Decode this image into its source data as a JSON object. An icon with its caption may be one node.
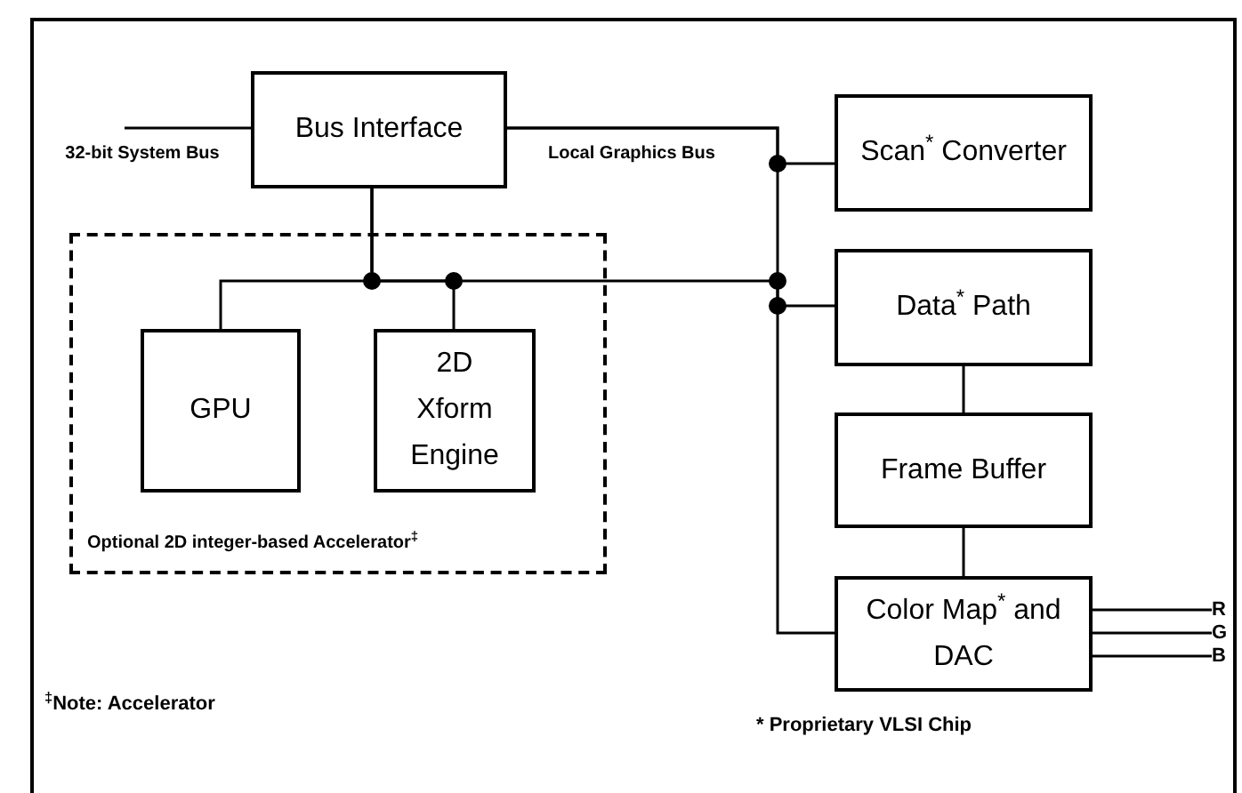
{
  "diagram": {
    "nodes": [
      {
        "text": [
          "Bus Interface"
        ]
      },
      {
        "text": [
          "Optional 2D integer-based Accelerator$^{‡}$"
        ]
      },
      {
        "text": [
          "GPU"
        ],
        "in": 1
      },
      {
        "text": [
          "2D Xform Engine"
        ],
        "in": 1
      },
      {
        "text": [
          "Scan$^{*}$ Converter"
        ]
      },
      {
        "text": [
          "Data$^{*}$ Path"
        ]
      },
      {
        "text": [
          "Frame Buffer"
        ]
      },
      {
        "text": [
          "Color Map$^{*}$ and DAC"
        ]
      },
      {
        "text": [
          "R"
        ]
      },
      {
        "text": [
          "G"
        ]
      },
      {
        "text": [
          "B"
        ]
      }
    ],
    "edges": [
      {
        "from": null,
        "to": 0,
        "arrow": "none",
        "label": "32-bit System Bus"
      },
      {
        "from": 0,
        "to": 4,
        "arrow": "none",
        "label": "Local Graphics Bus"
      },
      {
        "from": 0,
        "to": 2,
        "arrow": "none"
      },
      {
        "from": 0,
        "to": 3,
        "arrow": "none"
      },
      {
        "from": 0,
        "to": 5,
        "arrow": "none"
      },
      {
        "from": 0,
        "to": 7,
        "arrow": "none"
      },
      {
        "from": 5,
        "to": 6,
        "arrow": "none"
      },
      {
        "from": 6,
        "to": 7,
        "arrow": "none"
      },
      {
        "from": 7,
        "to": 8,
        "arrow": "none"
      },
      {
        "from": 7,
        "to": 9,
        "arrow": "none"
      },
      {
        "from": 7,
        "to": 10,
        "arrow": "none"
      }
    ],
    "labels": [
      "$^{‡}$Note: Accelerator",
      "* Proprietary VLSI Chip"
    ]
  }
}
